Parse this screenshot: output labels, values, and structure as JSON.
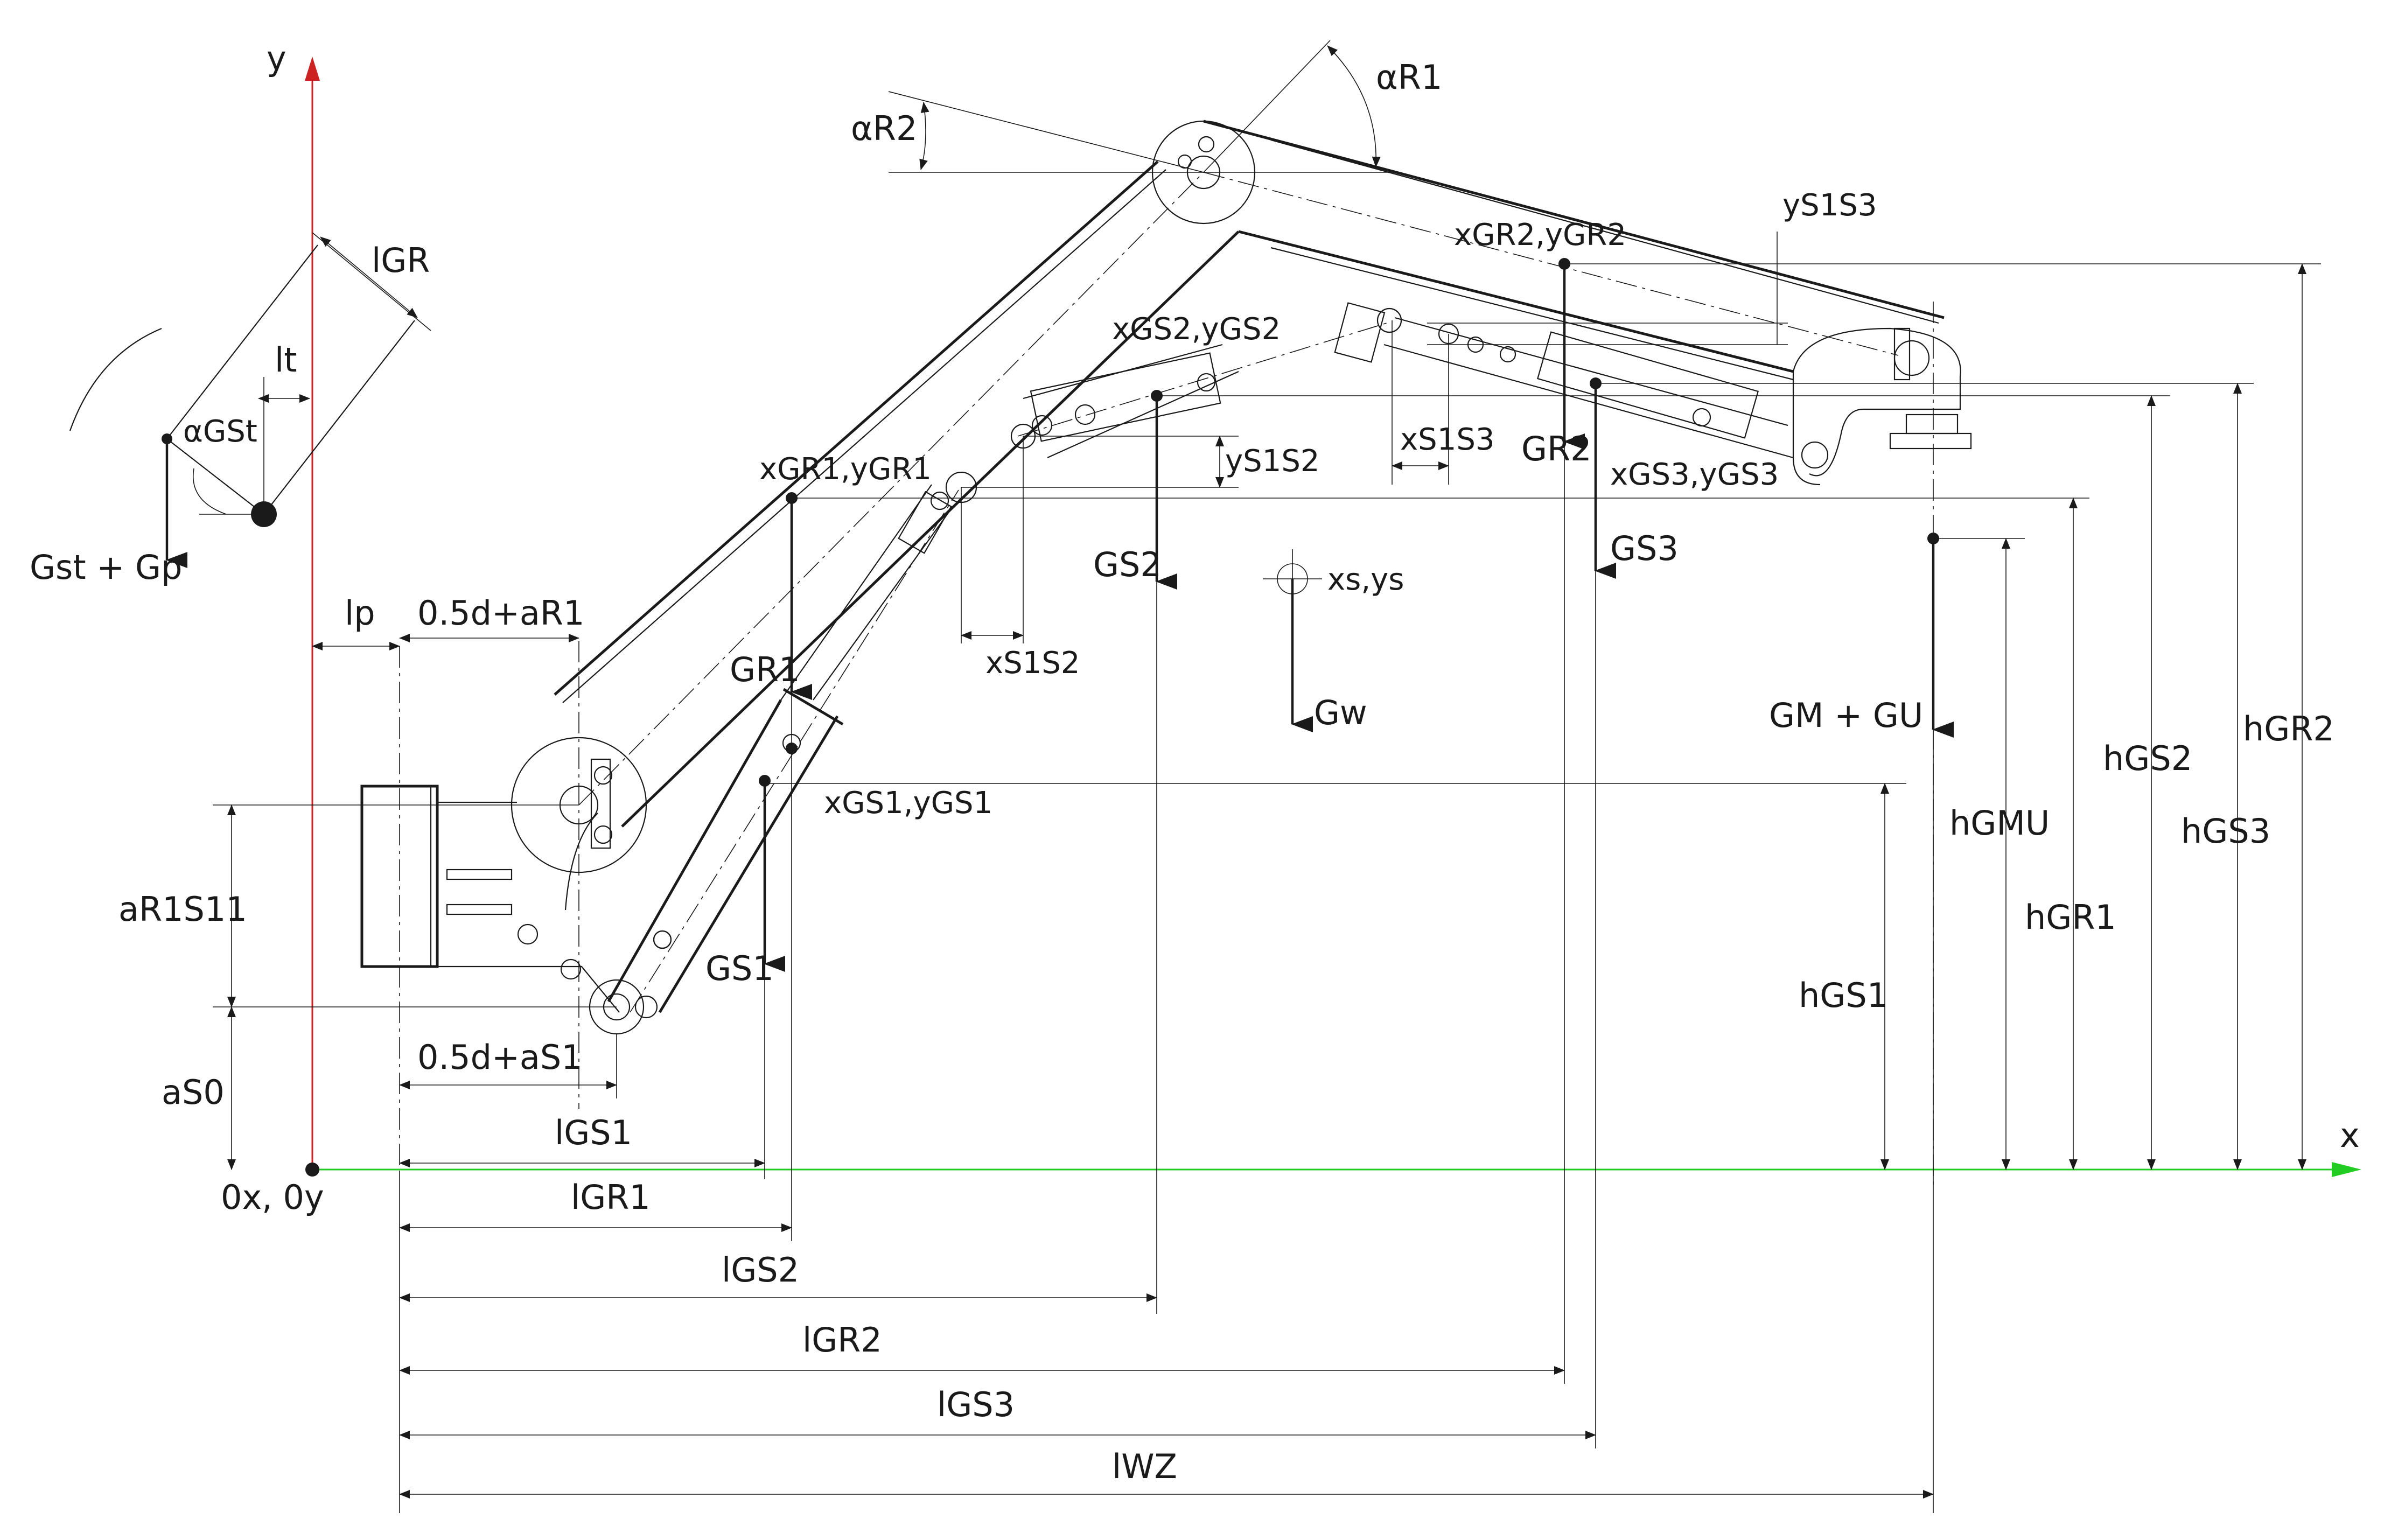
{
  "axes": {
    "x_label": "x",
    "y_label": "y",
    "origin_label": "0x, 0y",
    "colors": {
      "x_axis": "#22cc22",
      "y_axis": "#cc2222"
    }
  },
  "angles": {
    "alpha_r1": "αR1",
    "alpha_r2": "αR2",
    "alpha_gst": "αGSt"
  },
  "gripper": {
    "l_gr": "lGR",
    "l_t": "lt",
    "load_label": "Gst + Gp"
  },
  "dimensions": {
    "l_p": "lp",
    "half_d_ar1": "0.5d+aR1",
    "half_d_as1": "0.5d+aS1",
    "a_r1s11": "aR1S11",
    "a_s0": "aS0",
    "y_s1s3": "yS1S3",
    "y_s1s2": "yS1S2",
    "x_s1s3": "xS1S3",
    "x_s1s2": "xS1S2",
    "h_gs1": "hGS1",
    "h_gmu": "hGMU",
    "h_gr1": "hGR1",
    "h_gs2": "hGS2",
    "h_gs3": "hGS3",
    "h_gr2": "hGR2",
    "l_gs1": "lGS1",
    "l_gr1": "lGR1",
    "l_gs2": "lGS2",
    "l_gr2": "lGR2",
    "l_gs3": "lGS3",
    "l_wz": "lWZ"
  },
  "points": {
    "gr2": "xGR2,yGR2",
    "gs2": "xGS2,yGS2",
    "gr1": "xGR1,yGR1",
    "gs3": "xGS3,yGS3",
    "gs1": "xGS1,yGS1",
    "s": "xs,ys"
  },
  "forces": {
    "g_r2": "GR2",
    "g_s2": "GS2",
    "g_s3": "GS3",
    "g_r1": "GR1",
    "g_w": "Gw",
    "g_mu": "GM + GU",
    "g_s1": "GS1"
  }
}
